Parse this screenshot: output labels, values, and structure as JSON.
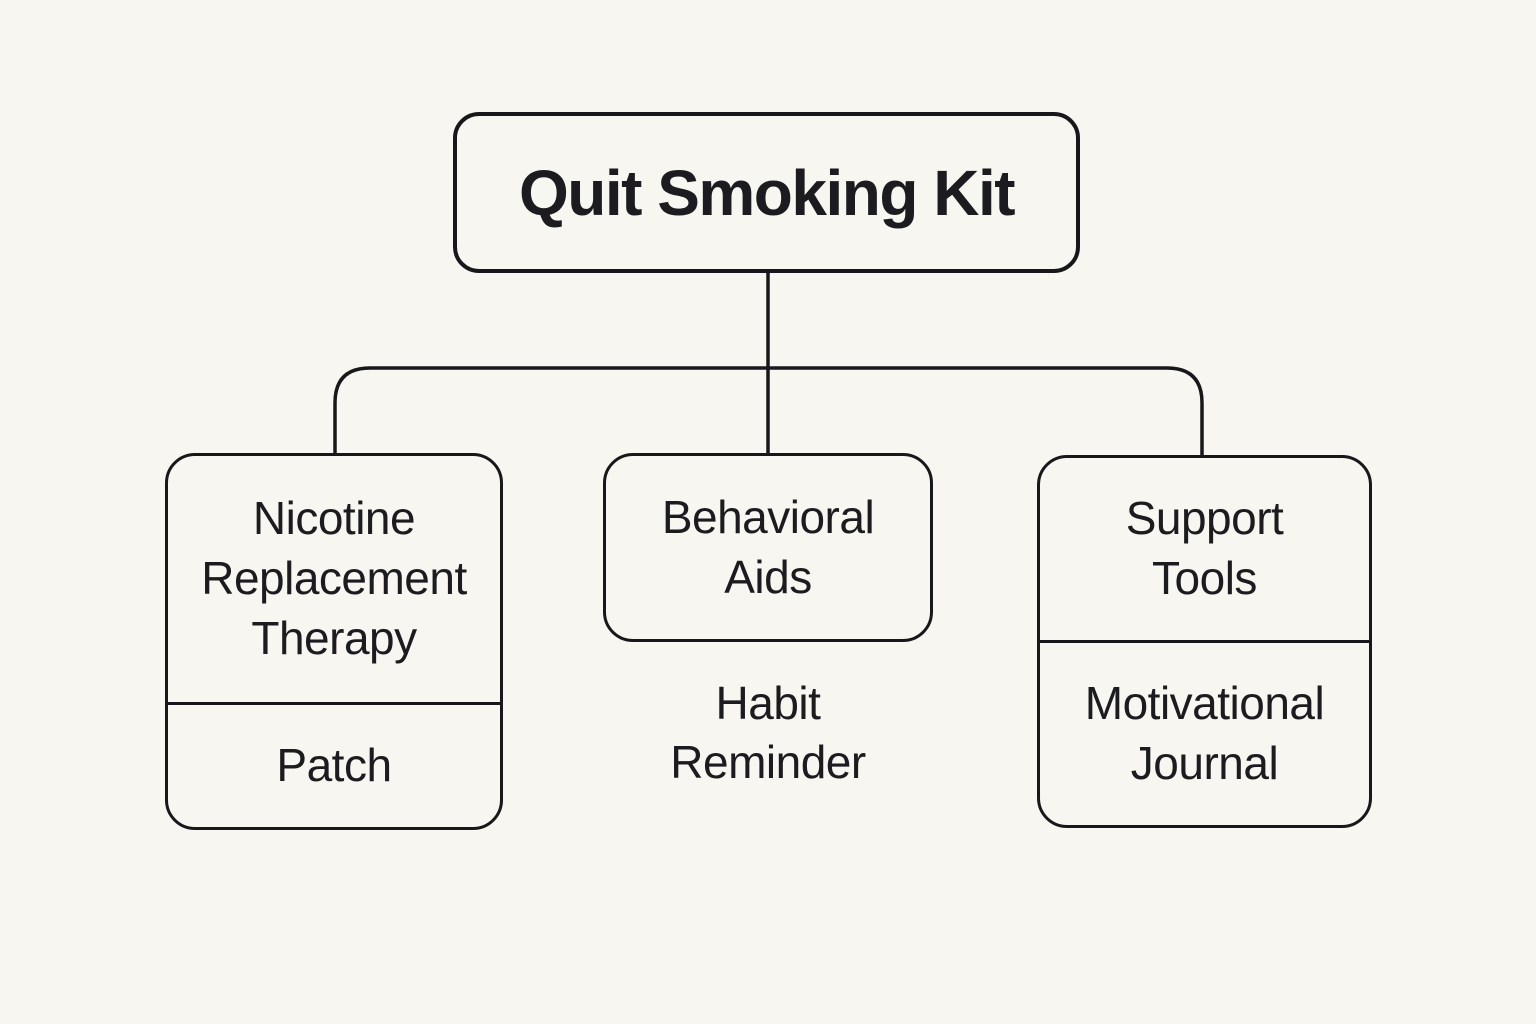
{
  "colors": {
    "bg": "#f8f6f0",
    "line": "#18181c",
    "text": "#1c1c20"
  },
  "diagram": {
    "root": {
      "label": "Quit Smoking Kit"
    },
    "children": [
      {
        "label": "Nicotine\nReplacement\nTherapy",
        "item": "Patch"
      },
      {
        "label": "Behavioral\nAids",
        "item": "Habit\nReminder"
      },
      {
        "label": "Support\nTools",
        "item": "Motivational\nJournal"
      }
    ]
  }
}
